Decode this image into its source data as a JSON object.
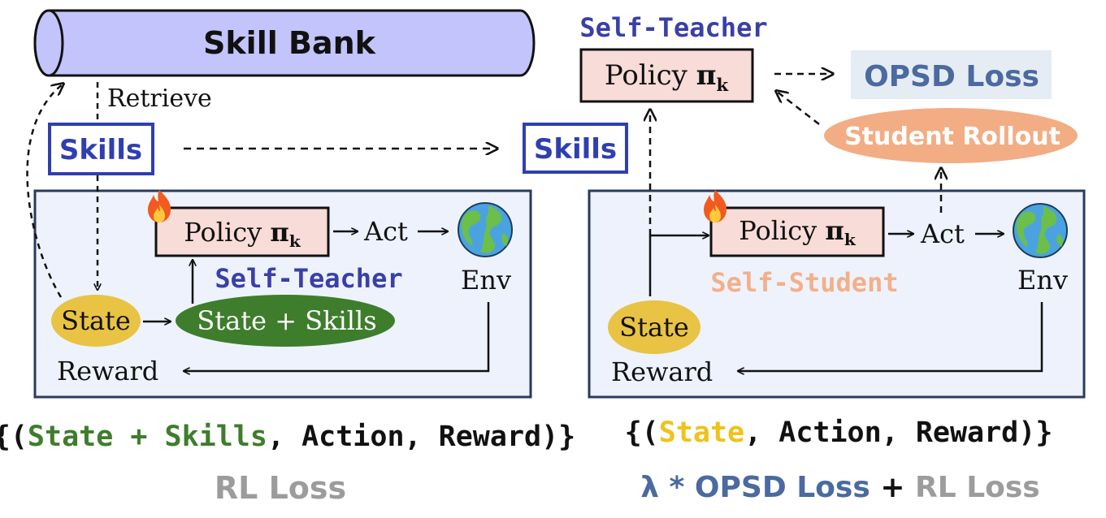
{
  "colors": {
    "panel_fill": "#eef2fd",
    "panel_stroke": "#2a3a5e",
    "skill_bank_fill": "#c2c4fb",
    "policy_fill": "#f8dcd8",
    "skills_box_stroke": "#2f3fb0",
    "self_teacher_text": "#3a3fa8",
    "self_student_text": "#f2b08a",
    "state_fill": "#e8c344",
    "state_skills_fill": "#3e7d2c",
    "student_rollout_fill": "#f2ad84",
    "opsd_loss_bg": "#e6ecf4",
    "opsd_loss_text": "#4a6aa0",
    "rl_loss_text": "#9c9c9c",
    "green_text": "#3e7d2c",
    "yellow_text": "#f0c21a",
    "flame_icon": "flame-icon",
    "earth_icon": "earth-globe-icon"
  },
  "skill_bank": {
    "label": "Skill Bank",
    "retrieve_label": "Retrieve"
  },
  "left": {
    "skills_label": "Skills",
    "policy_label": "Policy",
    "policy_symbol": "π",
    "policy_sub": "k",
    "act_label": "Act",
    "env_label": "Env",
    "self_teacher_label": "Self-Teacher",
    "state_label": "State",
    "state_skills_label": "State + Skills",
    "reward_label": "Reward",
    "tuple": {
      "open": "{(",
      "state_skills": "State + Skills",
      "rest": ", Action, Reward)}"
    },
    "loss_label": "RL Loss"
  },
  "right": {
    "self_teacher_title": "Self-Teacher",
    "teacher_policy_label": "Policy",
    "teacher_policy_symbol": "π",
    "teacher_policy_sub": "k",
    "opsd_loss_label": "OPSD Loss",
    "student_rollout_label": "Student Rollout",
    "skills_label": "Skills",
    "policy_label": "Policy",
    "policy_symbol": "π",
    "policy_sub": "k",
    "act_label": "Act",
    "env_label": "Env",
    "self_student_label": "Self-Student",
    "state_label": "State",
    "reward_label": "Reward",
    "tuple": {
      "open": "{(",
      "state": "State",
      "rest": ", Action, Reward)}"
    },
    "loss": {
      "lambda": "λ * OPSD Loss",
      "plus": " + ",
      "rl": "RL Loss"
    }
  }
}
